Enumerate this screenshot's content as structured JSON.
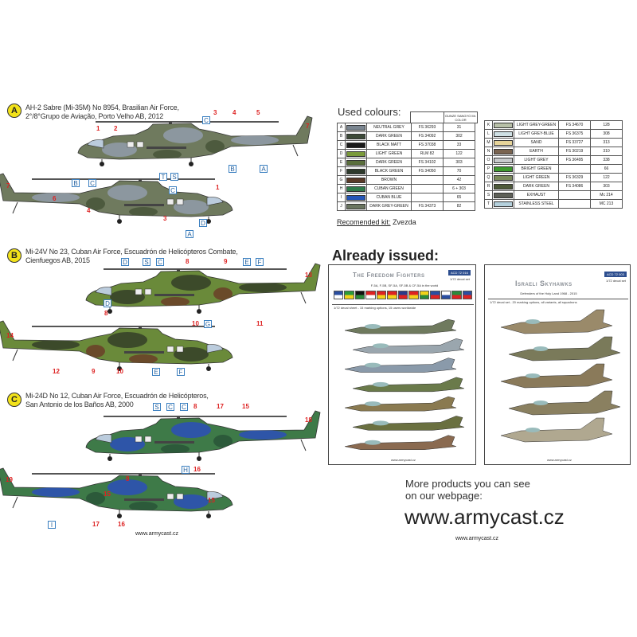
{
  "schemes": [
    {
      "badge": "A",
      "caption_line1": "AH-2 Sabre (Mi-35M) No 8954, Brasilian Air Force,",
      "caption_line2": "2°/8°Grupo de Aviação, Porto Velho AB, 2012",
      "colors": {
        "base": "#6f7a5e",
        "blot1": "#8c979f",
        "blot2": "#4d5a3e"
      },
      "callouts_top": [
        "C",
        "3",
        "4",
        "5",
        "7",
        "1",
        "2",
        "B",
        "A"
      ],
      "callouts_bottom": [
        "7",
        "B",
        "C",
        "T",
        "S",
        "C",
        "6",
        "4",
        "3",
        "A",
        "D",
        "1"
      ]
    },
    {
      "badge": "B",
      "caption_line1": "Mi-24V No 23, Cuban Air Force, Escuadrón de Helicópteros Combate,",
      "caption_line2": "Cienfuegos AB, 2015",
      "colors": {
        "base": "#6a8a3a",
        "blot1": "#3c4a2a",
        "blot2": "#6a4a2a"
      },
      "callouts_top": [
        "D",
        "S",
        "C",
        "8",
        "9",
        "E",
        "F",
        "13",
        "10",
        "G",
        "11"
      ],
      "callouts_bottom": [
        "D",
        "8",
        "14",
        "12",
        "9",
        "10",
        "E",
        "F"
      ]
    },
    {
      "badge": "C",
      "caption_line1": "Mi-24D No 12, Cuban Air Force, Escuadrón de Helicópteros,",
      "caption_line2": "San Antonio de los Baños AB, 2000",
      "colors": {
        "base": "#3e7a48",
        "blot1": "#2e55a8",
        "blot2": "#2c5a3a"
      },
      "callouts_top": [
        "S",
        "C",
        "C",
        "8",
        "17",
        "15",
        "18",
        "H",
        "16"
      ],
      "callouts_bottom": [
        "15",
        "8",
        "15",
        "19",
        "I",
        "17",
        "16"
      ]
    }
  ],
  "left_footer": "www.armycast.cz",
  "colours": {
    "title": "Used colours:",
    "header_gunze": "GUNZE SANGYO Mr. COLOR",
    "left": [
      {
        "id": "A",
        "name": "NEUTRAL GREY",
        "fs": "FS 36293",
        "gunze": "31",
        "hex": "#7a8590"
      },
      {
        "id": "B",
        "name": "DARK GREEN",
        "fs": "FS 34092",
        "gunze": "302",
        "hex": "#3d4a38"
      },
      {
        "id": "C",
        "name": "BLACK MATT",
        "fs": "FS 37038",
        "gunze": "33",
        "hex": "#1a1a1a"
      },
      {
        "id": "D",
        "name": "LIGHT GREEN",
        "fs": "RLM 82",
        "gunze": "122",
        "hex": "#7a9a3a"
      },
      {
        "id": "E",
        "name": "DARK GREEN",
        "fs": "FS 34102",
        "gunze": "303",
        "hex": "#5a6e3c"
      },
      {
        "id": "F",
        "name": "BLACK GREEN",
        "fs": "FS 34050",
        "gunze": "70",
        "hex": "#2e3a2c"
      },
      {
        "id": "G",
        "name": "BROWN",
        "fs": "",
        "gunze": "42",
        "hex": "#5a3a28"
      },
      {
        "id": "H",
        "name": "CUBAN GREEN",
        "fs": "",
        "gunze": "6 + 303",
        "hex": "#2f7a4a"
      },
      {
        "id": "I",
        "name": "CUBAN BLUE",
        "fs": "",
        "gunze": "65",
        "hex": "#2456b8"
      },
      {
        "id": "J",
        "name": "DARK GREY-GREEN",
        "fs": "FS 34373",
        "gunze": "82",
        "hex": "#6a7560"
      }
    ],
    "right": [
      {
        "id": "K",
        "name": "LIGHT GREY-GREEN",
        "fs": "FS 34670",
        "gunze": "128",
        "hex": "#b8c0a8"
      },
      {
        "id": "L",
        "name": "LIGHT GREY-BLUE",
        "fs": "FS 36375",
        "gunze": "308",
        "hex": "#cfe0e4"
      },
      {
        "id": "M",
        "name": "SAND",
        "fs": "FS 33727",
        "gunze": "313",
        "hex": "#e6d49a"
      },
      {
        "id": "N",
        "name": "EARTH",
        "fs": "FS 30219",
        "gunze": "310",
        "hex": "#7a6450"
      },
      {
        "id": "O",
        "name": "LIGHT GREY",
        "fs": "FS 36495",
        "gunze": "338",
        "hex": "#c8cacc"
      },
      {
        "id": "P",
        "name": "BRIGHT GREEN",
        "fs": "",
        "gunze": "66",
        "hex": "#3e9a2e"
      },
      {
        "id": "Q",
        "name": "LIGHT GREEN",
        "fs": "FS 36329",
        "gunze": "122",
        "hex": "#7a8a5a"
      },
      {
        "id": "R",
        "name": "DARK GREEN",
        "fs": "FS 34086",
        "gunze": "303",
        "hex": "#4e5a3a"
      },
      {
        "id": "S",
        "name": "EXHAUST",
        "fs": "",
        "gunze": "Mc 214",
        "hex": "#5e6058"
      },
      {
        "id": "T",
        "name": "STAINLESS STEEL",
        "fs": "",
        "gunze": "MC 213",
        "hex": "#b4d0dc"
      }
    ],
    "kit_label": "Recomended kit:",
    "kit_value": "Zvezda"
  },
  "already_issued": {
    "title": "Already issued:",
    "products": [
      {
        "title": "The Freedom Fighters",
        "subtitle": "F-5A, F-5B, SF-5A, SF-5B & CF-5A in the world",
        "code": "ACD 72 016",
        "scale": "1/72 decal set",
        "note": "1/72 decal sheet - 15 marking options, 15 users worldwide",
        "footer": "www.armycast.cz"
      },
      {
        "title": "Israeli Skyhawks",
        "subtitle": "Defenders of the Holy Land 1968 - 2015",
        "code": "ACD 72 003",
        "scale": "1/72 decal set",
        "note": "1/72 decal set - 20 marking options, all variants, all squadrons",
        "footer": "www.armycast.cz"
      }
    ]
  },
  "more_line1": "More products you can see",
  "more_line2": "on our webpage:",
  "website_big": "www.armycast.cz",
  "website_small": "www.armycast.cz"
}
